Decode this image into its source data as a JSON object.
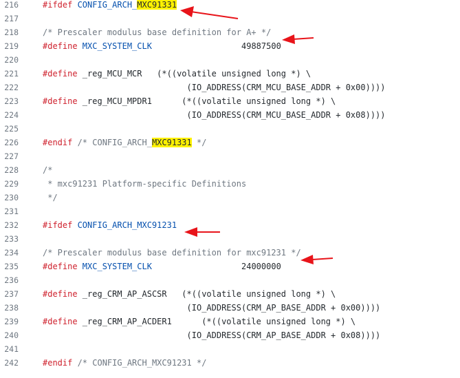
{
  "colors": {
    "keyword": "#cf222e",
    "macro": "#0550ae",
    "comment": "#6e7781",
    "highlight": "#fff200",
    "arrow": "#e8141a"
  },
  "lines": [
    {
      "num": "216",
      "tokens": [
        {
          "t": "#ifdef ",
          "c": "keyword"
        },
        {
          "t": "CONFIG_ARCH_",
          "c": "macro"
        },
        {
          "t": "MXC91331",
          "c": "highlight"
        }
      ]
    },
    {
      "num": "217",
      "tokens": []
    },
    {
      "num": "218",
      "tokens": [
        {
          "t": "/* Prescaler modulus base definition for A+ */",
          "c": "comment"
        }
      ]
    },
    {
      "num": "219",
      "tokens": [
        {
          "t": "#define ",
          "c": "keyword"
        },
        {
          "t": "MXC_SYSTEM_CLK",
          "c": "macro"
        },
        {
          "t": "                  49887500",
          "c": "plain"
        }
      ]
    },
    {
      "num": "220",
      "tokens": []
    },
    {
      "num": "221",
      "tokens": [
        {
          "t": "#define ",
          "c": "keyword"
        },
        {
          "t": "_reg_MCU_MCR   (*((volatile unsigned long *) \\",
          "c": "plain"
        }
      ]
    },
    {
      "num": "222",
      "tokens": [
        {
          "t": "                             (IO_ADDRESS(CRM_MCU_BASE_ADDR + 0x00))))",
          "c": "plain"
        }
      ]
    },
    {
      "num": "223",
      "tokens": [
        {
          "t": "#define ",
          "c": "keyword"
        },
        {
          "t": "_reg_MCU_MPDR1      (*((volatile unsigned long *) \\",
          "c": "plain"
        }
      ]
    },
    {
      "num": "224",
      "tokens": [
        {
          "t": "                             (IO_ADDRESS(CRM_MCU_BASE_ADDR + 0x08))))",
          "c": "plain"
        }
      ]
    },
    {
      "num": "225",
      "tokens": []
    },
    {
      "num": "226",
      "tokens": [
        {
          "t": "#endif ",
          "c": "keyword"
        },
        {
          "t": "/* CONFIG_ARCH_",
          "c": "comment"
        },
        {
          "t": "MXC91331",
          "c": "highlight"
        },
        {
          "t": " */",
          "c": "comment"
        }
      ]
    },
    {
      "num": "227",
      "tokens": []
    },
    {
      "num": "228",
      "tokens": [
        {
          "t": "/*",
          "c": "comment"
        }
      ]
    },
    {
      "num": "229",
      "tokens": [
        {
          "t": " * mxc91231 Platform-specific Definitions",
          "c": "comment"
        }
      ]
    },
    {
      "num": "230",
      "tokens": [
        {
          "t": " */",
          "c": "comment"
        }
      ]
    },
    {
      "num": "231",
      "tokens": []
    },
    {
      "num": "232",
      "tokens": [
        {
          "t": "#ifdef ",
          "c": "keyword"
        },
        {
          "t": "CONFIG_ARCH_MXC91231",
          "c": "macro"
        }
      ]
    },
    {
      "num": "233",
      "tokens": []
    },
    {
      "num": "234",
      "tokens": [
        {
          "t": "/* Prescaler modulus base definition for mxc91231 */",
          "c": "comment"
        }
      ]
    },
    {
      "num": "235",
      "tokens": [
        {
          "t": "#define ",
          "c": "keyword"
        },
        {
          "t": "MXC_SYSTEM_CLK",
          "c": "macro"
        },
        {
          "t": "                  24000000",
          "c": "plain"
        }
      ]
    },
    {
      "num": "236",
      "tokens": []
    },
    {
      "num": "237",
      "tokens": [
        {
          "t": "#define ",
          "c": "keyword"
        },
        {
          "t": "_reg_CRM_AP_ASCSR   (*((volatile unsigned long *) \\",
          "c": "plain"
        }
      ]
    },
    {
      "num": "238",
      "tokens": [
        {
          "t": "                             (IO_ADDRESS(CRM_AP_BASE_ADDR + 0x00))))",
          "c": "plain"
        }
      ]
    },
    {
      "num": "239",
      "tokens": [
        {
          "t": "#define ",
          "c": "keyword"
        },
        {
          "t": "_reg_CRM_AP_ACDER1      (*((volatile unsigned long *) \\",
          "c": "plain"
        }
      ]
    },
    {
      "num": "240",
      "tokens": [
        {
          "t": "                             (IO_ADDRESS(CRM_AP_BASE_ADDR + 0x08))))",
          "c": "plain"
        }
      ]
    },
    {
      "num": "241",
      "tokens": []
    },
    {
      "num": "242",
      "tokens": [
        {
          "t": "#endif ",
          "c": "keyword"
        },
        {
          "t": "/* CONFIG_ARCH_MXC91231 */",
          "c": "comment"
        }
      ]
    }
  ]
}
